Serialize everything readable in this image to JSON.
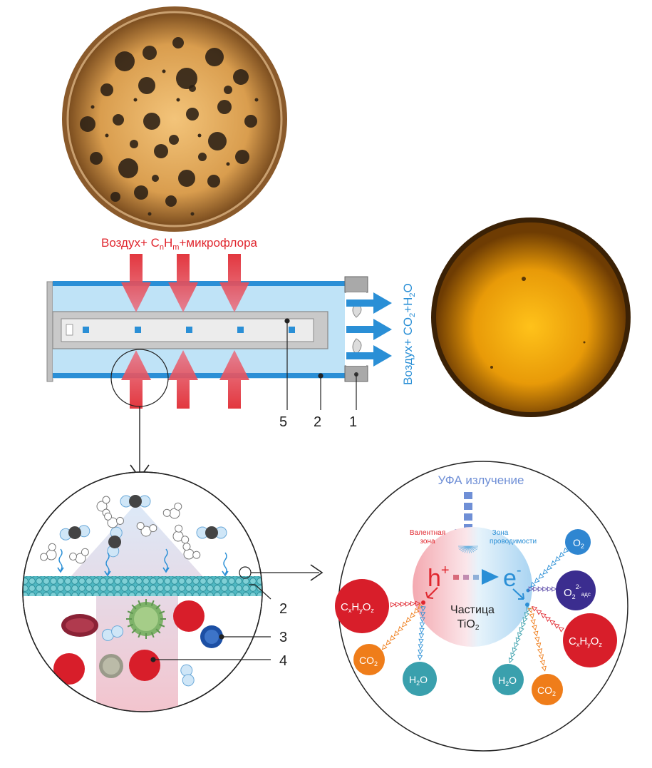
{
  "colors": {
    "pipe_blue": "#2a8fd6",
    "pipe_fill": "#bfe3f7",
    "arrow_red": "#e0262e",
    "arrow_blue": "#2a8fd6",
    "label_red": "#e0262e",
    "label_blue": "#2a8fd6",
    "molecule_red": "#d81e2a",
    "molecule_orange": "#ef7d1a",
    "molecule_teal": "#3aa0ad",
    "molecule_blue": "#2f86d1",
    "molecule_purple": "#3b2d8f",
    "uv_blue": "#6f8fd6"
  },
  "top": {
    "inlet_label": {
      "prefix": "Воздух+ C",
      "sub1": "n",
      "mid": "H",
      "sub2": "m",
      "suffix": "+микрофлора"
    },
    "outlet_label": {
      "prefix": "Воздух+ CO",
      "sub": "2",
      "suffix": "+H",
      "sub2": "2",
      "tail": "O"
    },
    "callouts": [
      "5",
      "2",
      "1"
    ]
  },
  "zoom": {
    "callouts": [
      "2",
      "3",
      "4"
    ]
  },
  "particle": {
    "uv_label": "УФА излучение",
    "valence_line1": "Валентная",
    "valence_line2": "зона",
    "conduction_line1": "Зона",
    "conduction_line2": "проводимости",
    "hole": "h",
    "hole_sup": "+",
    "electron": "e",
    "electron_sup": "-",
    "title_line1": "Частица",
    "title_line2": "TiO",
    "title_sub": "2",
    "o2": {
      "main": "O",
      "sub": "2"
    },
    "o2ads": {
      "main": "O",
      "sub": "2",
      "sup": "2-",
      "tail": "адс"
    },
    "cxhyoz_left": {
      "c": "C",
      "x": "x",
      "h": "H",
      "y": "y",
      "o": "O",
      "z": "z"
    },
    "cxhyoz_right": {
      "c": "C",
      "x": "x",
      "h": "H",
      "y": "y",
      "o": "O",
      "z": "z"
    },
    "co2_left": {
      "main": "CO",
      "sub": "2"
    },
    "co2_right": {
      "main": "CO",
      "sub": "2"
    },
    "h2o_left": {
      "h": "H",
      "sub": "2",
      "o": "O"
    },
    "h2o_right": {
      "h": "H",
      "sub": "2",
      "o": "O"
    }
  }
}
